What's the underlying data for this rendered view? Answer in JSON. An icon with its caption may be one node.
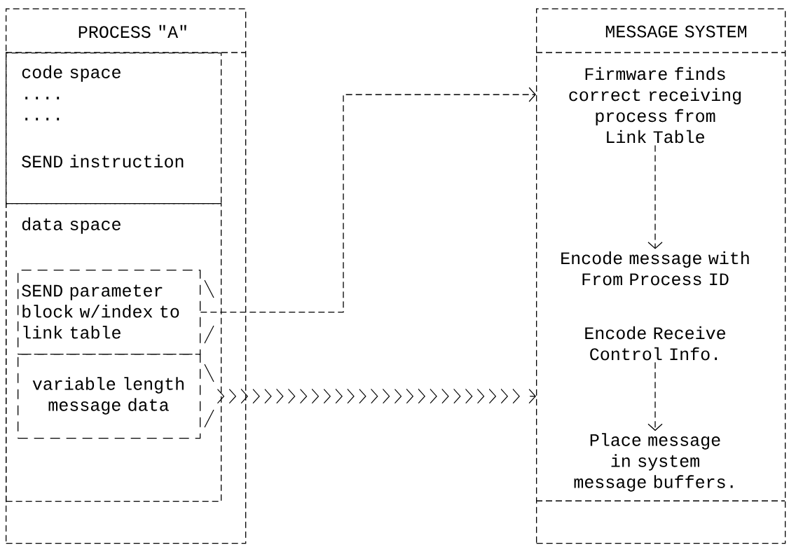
{
  "diagram": {
    "nodes": [
      {
        "text": [
          "PROCESS \"A\""
        ]
      },
      {
        "text": [
          "code space",
          "....",
          "....",
          "SEND instruction"
        ],
        "in": 0
      },
      {
        "text": [
          "data space"
        ],
        "in": 0
      },
      {
        "text": [
          "SEND parameter block w/index to link table"
        ],
        "in": 2
      },
      {
        "text": [
          "variable length message data"
        ],
        "in": 2
      },
      {
        "text": [
          "MESSAGE SYSTEM"
        ]
      },
      {
        "text": [
          "Firmware finds correct receiving process from Link Table"
        ],
        "in": 5
      },
      {
        "text": [
          "Encode message with From Process ID"
        ],
        "in": 5
      },
      {
        "text": [
          "Encode Receive Control Info."
        ],
        "in": 5
      },
      {
        "text": [
          "Place message in system message buffers."
        ],
        "in": 5
      }
    ],
    "edges": [
      {
        "from": 3,
        "to": 5,
        "arrow": "to",
        "style": "dashed"
      },
      {
        "from": 4,
        "to": 5,
        "arrow": "to"
      },
      {
        "from": 6,
        "to": 7,
        "arrow": "to",
        "style": "dashed"
      },
      {
        "from": 8,
        "to": 9,
        "arrow": "to",
        "style": "dashed"
      }
    ]
  }
}
